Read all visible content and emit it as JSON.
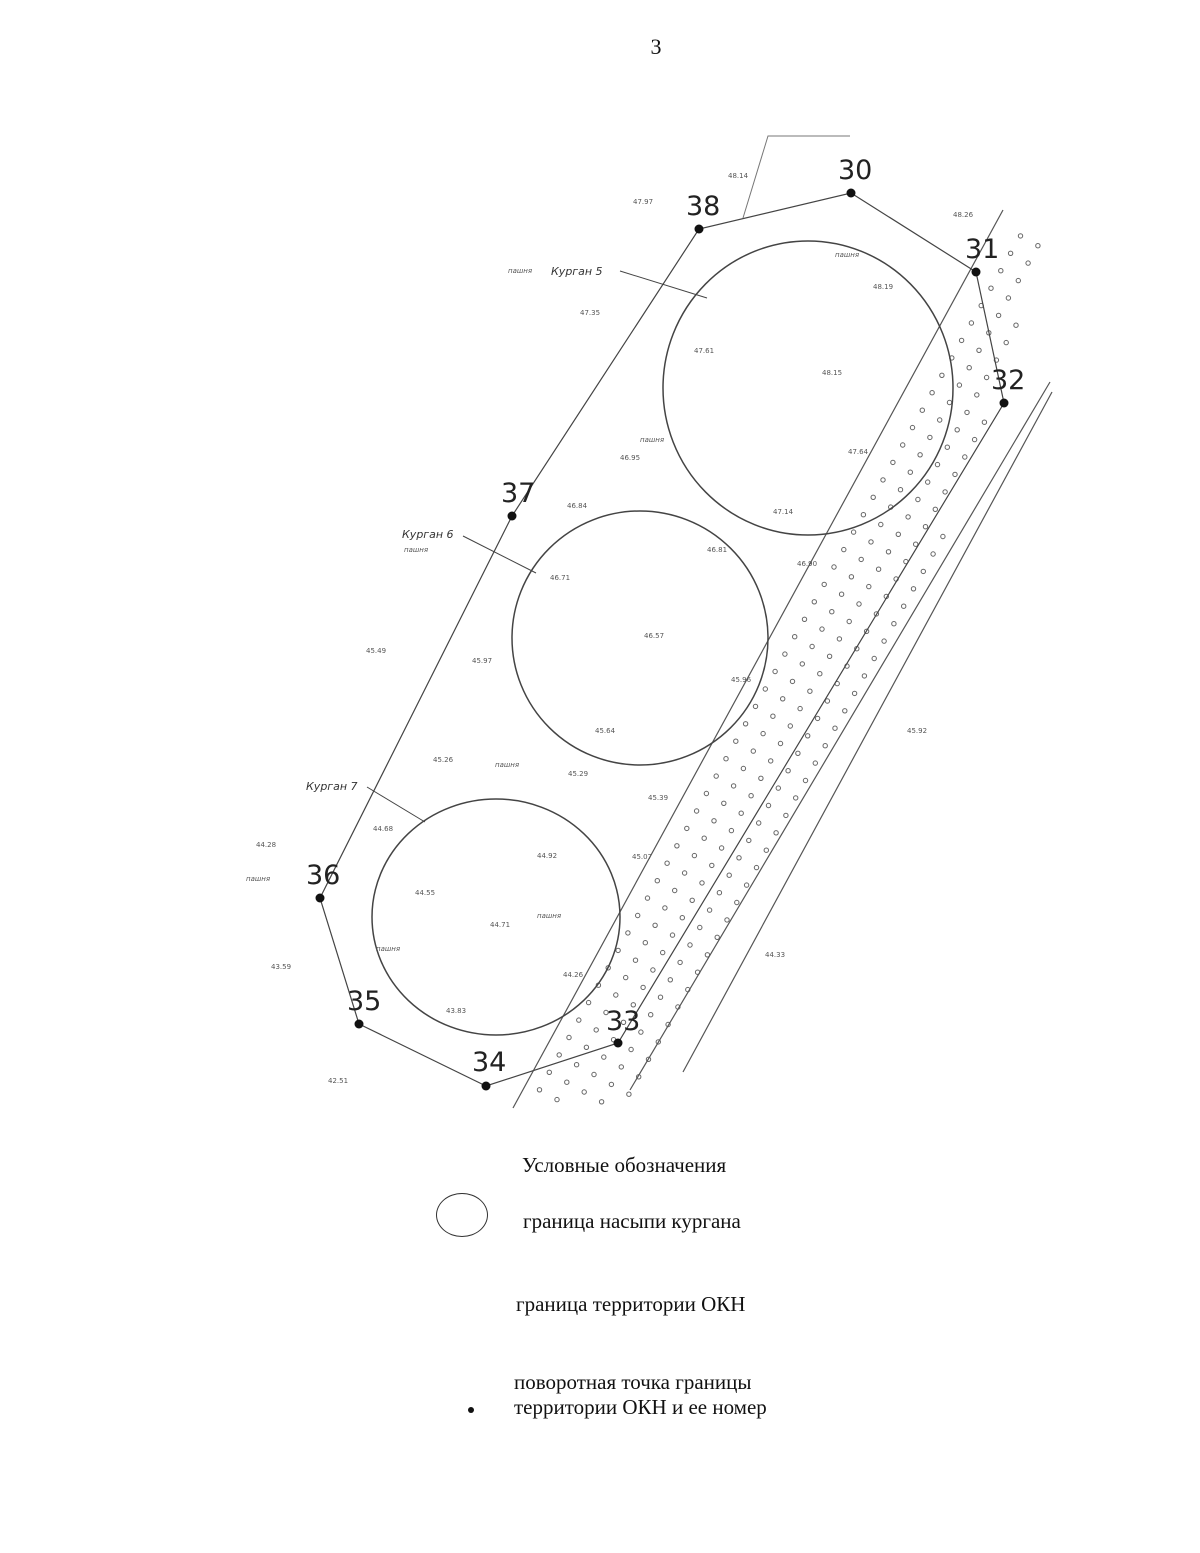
{
  "page": {
    "number": "3"
  },
  "boundary_points": [
    {
      "id": "30",
      "label": "30"
    },
    {
      "id": "31",
      "label": "31"
    },
    {
      "id": "32",
      "label": "32"
    },
    {
      "id": "33",
      "label": "33"
    },
    {
      "id": "34",
      "label": "34"
    },
    {
      "id": "35",
      "label": "35"
    },
    {
      "id": "36",
      "label": "36"
    },
    {
      "id": "37",
      "label": "37"
    },
    {
      "id": "38",
      "label": "38"
    }
  ],
  "mounds": [
    {
      "label": "Курган 5"
    },
    {
      "label": "Курган 6"
    },
    {
      "label": "Курган 7"
    }
  ],
  "map_notes": {
    "ground": "пашня",
    "elevations": [
      "48.14",
      "47.97",
      "48.26",
      "48.19",
      "47.35",
      "47.61",
      "48.15",
      "46.95",
      "47.64",
      "46.84",
      "47.14",
      "46.81",
      "46.90",
      "46.71",
      "46.57",
      "45.49",
      "45.97",
      "45.96",
      "45.64",
      "45.92",
      "45.26",
      "45.29",
      "45.39",
      "44.68",
      "44.92",
      "45.07",
      "44.28",
      "44.55",
      "44.71",
      "43.59",
      "44.26",
      "44.33",
      "43.83",
      "42.51"
    ]
  },
  "legend": {
    "title": "Условные обозначения",
    "mound_boundary": "граница насыпи кургана",
    "territory_boundary": "граница территории ОКН",
    "turning_point_line1": "поворотная точка границы",
    "turning_point_line2": "территории ОКН и ее номер"
  }
}
